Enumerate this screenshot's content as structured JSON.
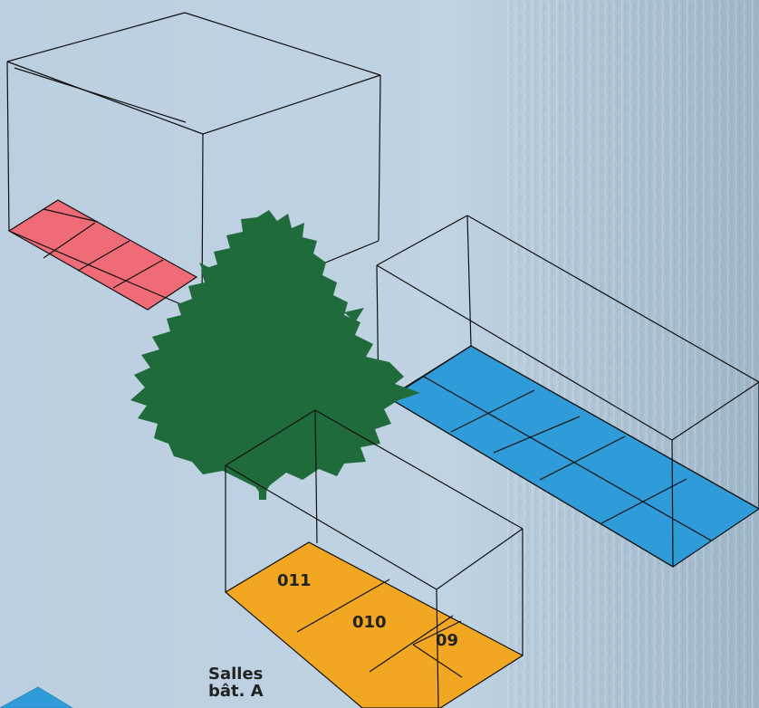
{
  "colors": {
    "background_light": "#c4d5e4",
    "background_dark": "#97b0c4",
    "building_pink": "#ef6b78",
    "building_blue": "#2f9bd8",
    "building_orange": "#f1a722",
    "tree_green": "#1f6b3b",
    "outline": "#111111"
  },
  "rooms": {
    "r011": "011",
    "r010": "010",
    "r09": "09"
  },
  "caption": {
    "line1": "Salles",
    "line2": "bât. A"
  }
}
